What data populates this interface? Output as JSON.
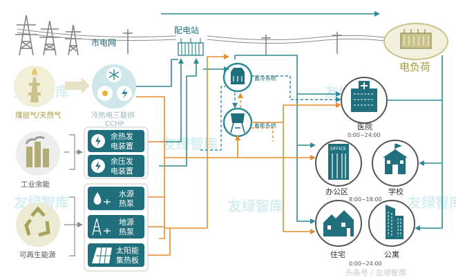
{
  "labels": {
    "grid": "市电网",
    "substation": "配电站",
    "load": "电负荷",
    "coal_gas": "煤层气/天然气",
    "cchp": "冷热电三联供",
    "cchp_en": "CCHP",
    "industrial": "工业余能",
    "renewable": "可再生能源",
    "waste_heat_1": "余热发",
    "waste_heat_2": "电装置",
    "waste_pressure_1": "余压发",
    "waste_pressure_2": "电装置",
    "water_hp_1": "水源",
    "water_hp_2": "热泵",
    "ground_hp_1": "地源",
    "ground_hp_2": "热泵",
    "solar_1": "太阳能",
    "solar_2": "集热板",
    "ice_storage": "蓄冷系统",
    "heat_storage": "蓄能系统",
    "hospital": "医院",
    "hospital_hours": "0:00~24:00",
    "office_sign": "OFFICE",
    "office": "办公区",
    "office_hours": "8:00~18:00",
    "school": "学校",
    "residence": "住宅",
    "residence_hours": "0:00~24:00",
    "apartment": "公寓",
    "watermark": "友绿智库",
    "credit": "头条号 / 友绿智库"
  },
  "colors": {
    "teal": "#2d8a96",
    "teal_dark": "#1d6f7a",
    "orange": "#e58d2c",
    "gray": "#7f7f7f",
    "olive": "#c9c28a",
    "olive_text": "#a49a3d",
    "light_circle": "#e9e6c9",
    "light_teal": "#cfe6ea"
  }
}
